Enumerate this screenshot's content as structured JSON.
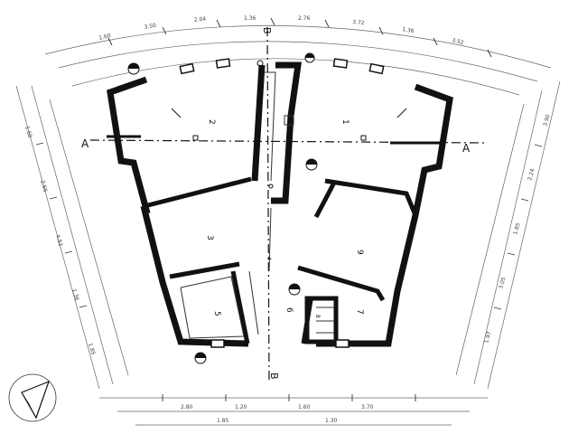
{
  "drawing": {
    "colors": {
      "ink": "#111111",
      "dim_ink": "#555555",
      "paper": "#ffffff"
    },
    "section_markers": {
      "a_left": "A",
      "a_right": "A",
      "b_top": "B",
      "b_bottom": "B"
    },
    "room_numbers": {
      "room_1": "1",
      "room_2": "2",
      "room_3": "3",
      "room_4": "4",
      "room_5": "5",
      "room_6": "6",
      "room_7": "7",
      "room_8": "8",
      "room_9": "9"
    },
    "dimension_labels": [
      "1.60",
      "3.50",
      "2.04",
      "1.36",
      "2.76",
      "3.72",
      "1.36",
      "3.52",
      "1.60",
      "2.65",
      "4.52",
      "1.36",
      "1.85",
      "3.90",
      "2.24",
      "1.85",
      "3.05",
      "1.97",
      "2.80",
      "1.20",
      "1.60",
      "3.70",
      "1.85",
      "1.30"
    ],
    "icons": {
      "north_arrow": "north-arrow-icon",
      "level_marker": "level-marker-icon"
    }
  }
}
